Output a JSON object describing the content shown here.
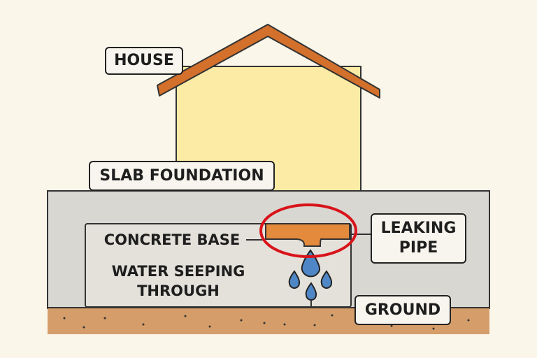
{
  "labels": {
    "house": "HOUSE",
    "slab_foundation": "SLAB FOUNDATION",
    "concrete_base": "CONCRETE BASE",
    "water_seeping_line1": "WATER SEEPING",
    "water_seeping_line2": "THROUGH",
    "leaking_pipe_line1": "LEAKING",
    "leaking_pipe_line2": "PIPE",
    "ground": "GROUND"
  },
  "colors": {
    "background": "#fbf6ea",
    "house_wall": "#fbeba5",
    "roof": "#d2702c",
    "slab": "#d9d7d2",
    "soil": "#d49d6a",
    "pipe": "#e48a3c",
    "highlight": "#d8141a",
    "water": "#4f87c6"
  }
}
